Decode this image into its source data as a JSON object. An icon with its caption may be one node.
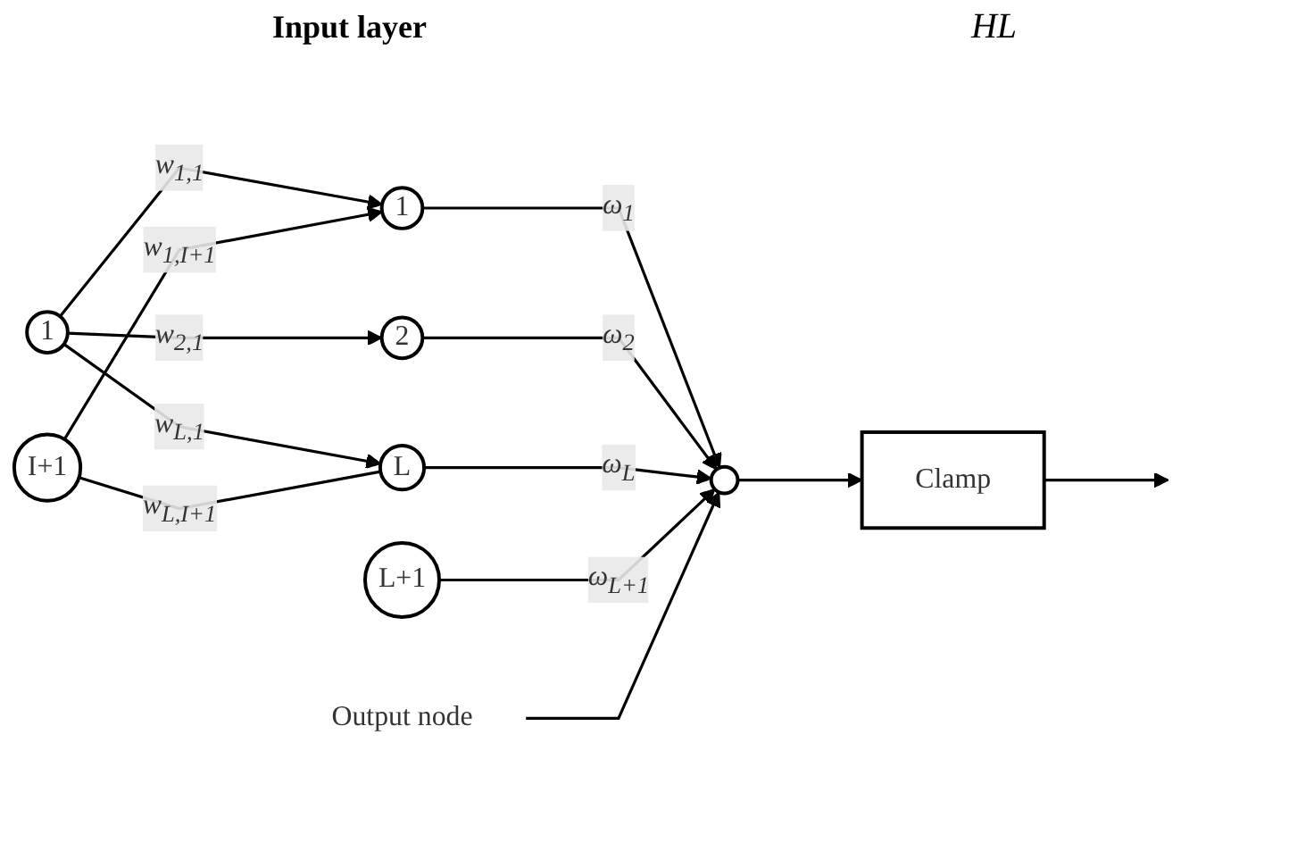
{
  "diagram": {
    "nodes": [
      {
        "text": [
          "1"
        ]
      },
      {
        "text": [
          "I+1"
        ]
      },
      {
        "text": [
          "1"
        ]
      },
      {
        "text": [
          "2"
        ]
      },
      {
        "text": [
          "L"
        ]
      },
      {
        "text": [
          "L+1"
        ]
      },
      {
        "text": [
          "Output node"
        ]
      },
      {
        "text": [],
        "shape": "circle"
      },
      {
        "text": [
          "Clamp"
        ]
      }
    ],
    "edges": [
      {
        "from": 0,
        "to": 2,
        "arrow": "to",
        "label": "w$_{1,1}$"
      },
      {
        "from": 0,
        "to": 3,
        "arrow": "to",
        "label": "w$_{2,1}$"
      },
      {
        "from": 0,
        "to": 4,
        "arrow": "to",
        "label": "w$_{L,1}$"
      },
      {
        "from": 1,
        "to": 2,
        "arrow": "to",
        "label": "w$_{1,I+1}$"
      },
      {
        "from": 1,
        "to": 4,
        "arrow": "none",
        "label": "w$_{L,I+1}$"
      },
      {
        "from": 2,
        "to": 7,
        "arrow": "to",
        "label": "ω$_{1}$"
      },
      {
        "from": 3,
        "to": 7,
        "arrow": "to",
        "label": "ω$_{2}$"
      },
      {
        "from": 4,
        "to": 7,
        "arrow": "to",
        "label": "ω$_{L}$"
      },
      {
        "from": 5,
        "to": 7,
        "arrow": "to",
        "label": "ω$_{L+1}$"
      },
      {
        "from": 6,
        "to": 7,
        "arrow": "to"
      },
      {
        "from": 7,
        "to": 8,
        "arrow": "to"
      },
      {
        "from": 8,
        "to": null,
        "arrow": "to"
      }
    ],
    "labels": [
      "Input layer",
      "HL"
    ]
  }
}
